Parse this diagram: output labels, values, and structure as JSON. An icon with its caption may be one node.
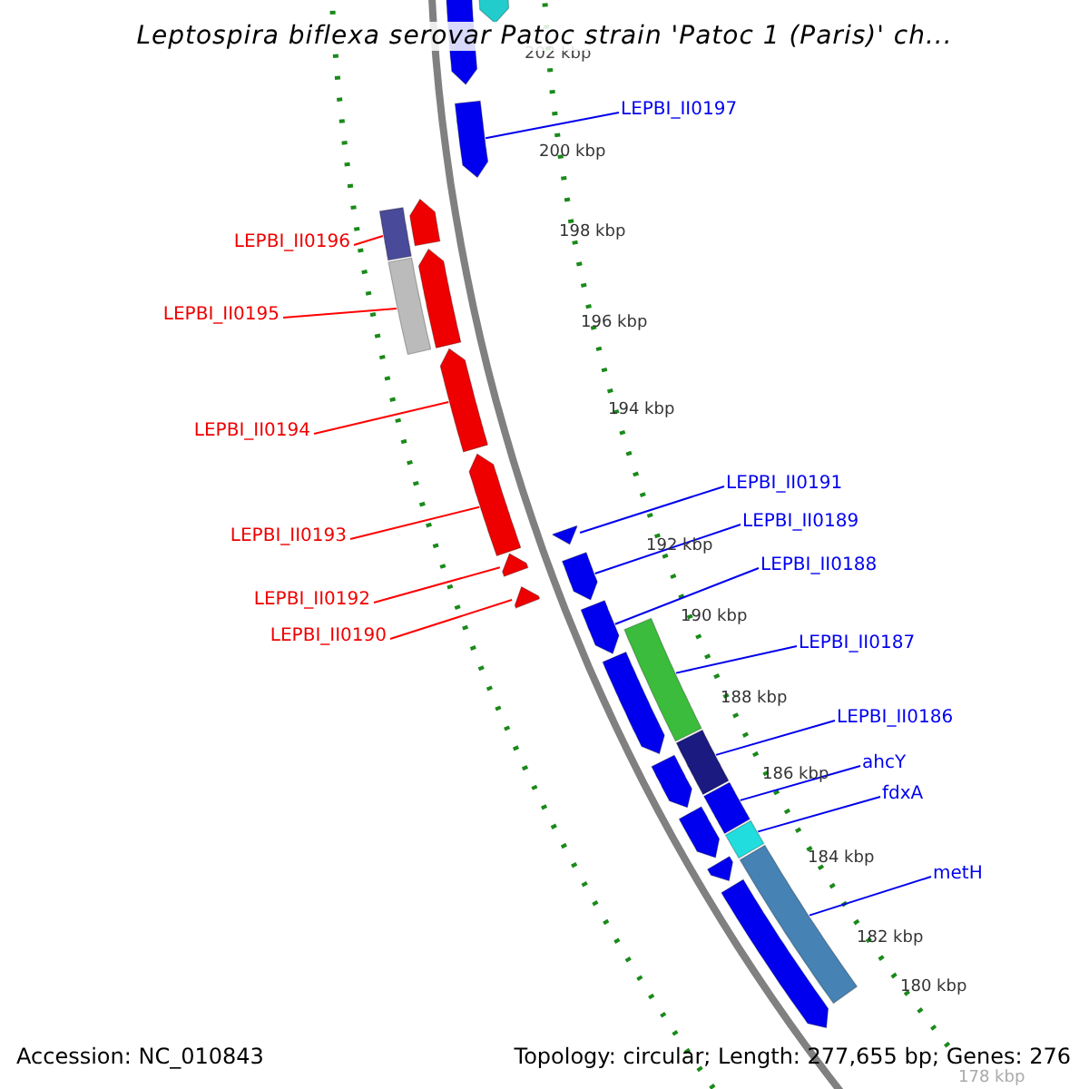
{
  "diagram": {
    "title": "Leptospira biflexa serovar Patoc strain 'Patoc 1 (Paris)' ch...",
    "nodes": [
      {
        "text": [
          "LEPBI_II0197"
        ]
      },
      {
        "text": [
          "LEPBI_II0196"
        ]
      },
      {
        "text": [
          "LEPBI_II0195"
        ]
      },
      {
        "text": [
          "LEPBI_II0194"
        ]
      },
      {
        "text": [
          "LEPBI_II0193"
        ]
      },
      {
        "text": [
          "LEPBI_II0192"
        ]
      },
      {
        "text": [
          "LEPBI_II0190"
        ]
      },
      {
        "text": [
          "LEPBI_II0191"
        ]
      },
      {
        "text": [
          "LEPBI_II0189"
        ]
      },
      {
        "text": [
          "LEPBI_II0188"
        ]
      },
      {
        "text": [
          "LEPBI_II0187"
        ]
      },
      {
        "text": [
          "LEPBI_II0186"
        ]
      },
      {
        "text": [
          "ahcY"
        ]
      },
      {
        "text": [
          "fdxA"
        ]
      },
      {
        "text": [
          "metH"
        ]
      },
      {
        "text": [],
        "shape": "arrow"
      },
      {
        "text": [],
        "shape": "arrow"
      },
      {
        "text": [],
        "shape": "arrow"
      },
      {
        "text": [],
        "shape": "arrow"
      },
      {
        "text": [],
        "shape": "bar"
      },
      {
        "text": [],
        "shape": "arrow"
      },
      {
        "text": [],
        "shape": "bar"
      },
      {
        "text": [],
        "shape": "arrow"
      },
      {
        "text": [],
        "shape": "arrow"
      },
      {
        "text": [],
        "shape": "arrow"
      },
      {
        "text": [],
        "shape": "arrow"
      },
      {
        "text": [],
        "shape": "arrow"
      },
      {
        "text": [],
        "shape": "arrow"
      },
      {
        "text": [],
        "shape": "arrow"
      },
      {
        "text": [],
        "shape": "bar"
      },
      {
        "text": [],
        "shape": "arrow"
      },
      {
        "text": [],
        "shape": "bar"
      },
      {
        "text": [],
        "shape": "arrow"
      },
      {
        "text": [],
        "shape": "bar"
      },
      {
        "text": [],
        "shape": "arrow"
      },
      {
        "text": [],
        "shape": "bar"
      },
      {
        "text": [],
        "shape": "arrow"
      },
      {
        "text": [],
        "shape": "bar"
      },
      {
        "text": [],
        "shape": "arrow"
      }
    ],
    "edges": [
      {
        "from": 0,
        "to": 17,
        "arrow": "none"
      },
      {
        "from": 1,
        "to": 19,
        "arrow": "none",
        "color": "#ff0000"
      },
      {
        "from": 2,
        "to": 21,
        "arrow": "none",
        "color": "#ff0000"
      },
      {
        "from": 3,
        "to": 22,
        "arrow": "none",
        "color": "#ff0000"
      },
      {
        "from": 4,
        "to": 23,
        "arrow": "none",
        "color": "#ff0000"
      },
      {
        "from": 5,
        "to": 25,
        "arrow": "none",
        "color": "#ff0000"
      },
      {
        "from": 6,
        "to": 27,
        "arrow": "none",
        "color": "#ff0000"
      },
      {
        "from": 7,
        "to": 24,
        "arrow": "none"
      },
      {
        "from": 8,
        "to": 26,
        "arrow": "none"
      },
      {
        "from": 9,
        "to": 28,
        "arrow": "none"
      },
      {
        "from": 10,
        "to": 29,
        "arrow": "none"
      },
      {
        "from": 11,
        "to": 31,
        "arrow": "none"
      },
      {
        "from": 12,
        "to": 33,
        "arrow": "none"
      },
      {
        "from": 13,
        "to": 35,
        "arrow": "none"
      },
      {
        "from": 14,
        "to": 37,
        "arrow": "none"
      }
    ],
    "labels": [
      "202 kbp",
      "200 kbp",
      "198 kbp",
      "196 kbp",
      "194 kbp",
      "192 kbp",
      "190 kbp",
      "188 kbp",
      "186 kbp",
      "184 kbp",
      "182 kbp",
      "180 kbp",
      "178 kbp",
      "Accession: NC_010843",
      "Topology: circular; Length: 277,655 bp; Genes: 276"
    ]
  }
}
